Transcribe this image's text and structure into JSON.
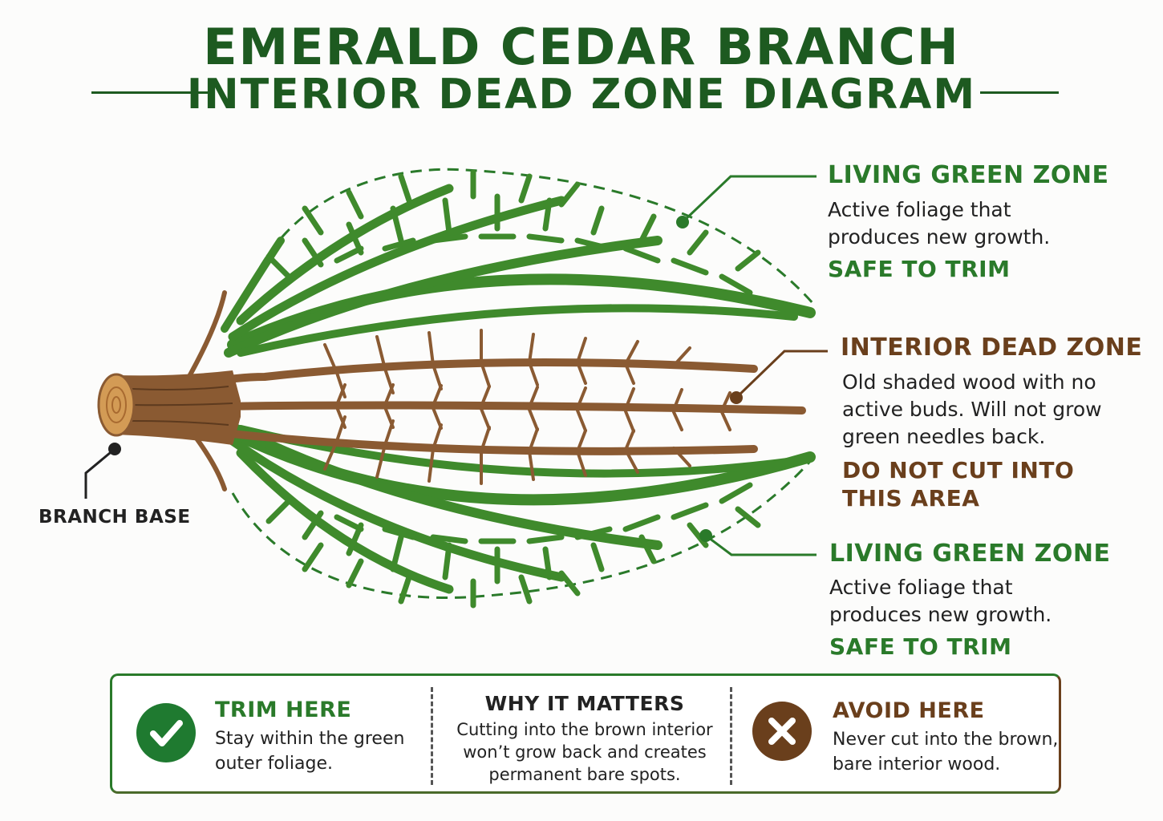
{
  "title": {
    "line1": "EMERALD CEDAR BRANCH",
    "line2": "INTERIOR DEAD ZONE DIAGRAM"
  },
  "colors": {
    "title_green": "#1d5a20",
    "living_green": "#2a7a2a",
    "dead_brown": "#6a3f1c",
    "foliage": "#3f8a2c",
    "wood": "#8a5a32"
  },
  "callouts": {
    "living_top": {
      "heading": "LIVING GREEN ZONE",
      "desc_line1": "Active foliage that",
      "desc_line2": "produces new growth.",
      "action": "SAFE TO TRIM"
    },
    "dead_zone": {
      "heading": "INTERIOR DEAD ZONE",
      "desc_line1": "Old shaded wood with no",
      "desc_line2": "active buds. Will not grow",
      "desc_line3": "green needles back.",
      "action_line1": "DO NOT CUT INTO",
      "action_line2": "THIS AREA"
    },
    "living_bottom": {
      "heading": "LIVING GREEN ZONE",
      "desc_line1": "Active foliage that",
      "desc_line2": "produces new growth.",
      "action": "SAFE TO TRIM"
    },
    "branch_base": "BRANCH BASE"
  },
  "info_box": {
    "trim": {
      "icon": "checkmark-icon",
      "heading": "TRIM HERE",
      "line1": "Stay within the green",
      "line2": "outer foliage."
    },
    "why": {
      "heading": "WHY IT MATTERS",
      "line1": "Cutting into the brown interior",
      "line2": "won’t grow back and creates",
      "line3": "permanent bare spots."
    },
    "avoid": {
      "icon": "x-mark-icon",
      "heading": "AVOID HERE",
      "line1": "Never cut into the brown,",
      "line2": "bare interior wood."
    }
  }
}
